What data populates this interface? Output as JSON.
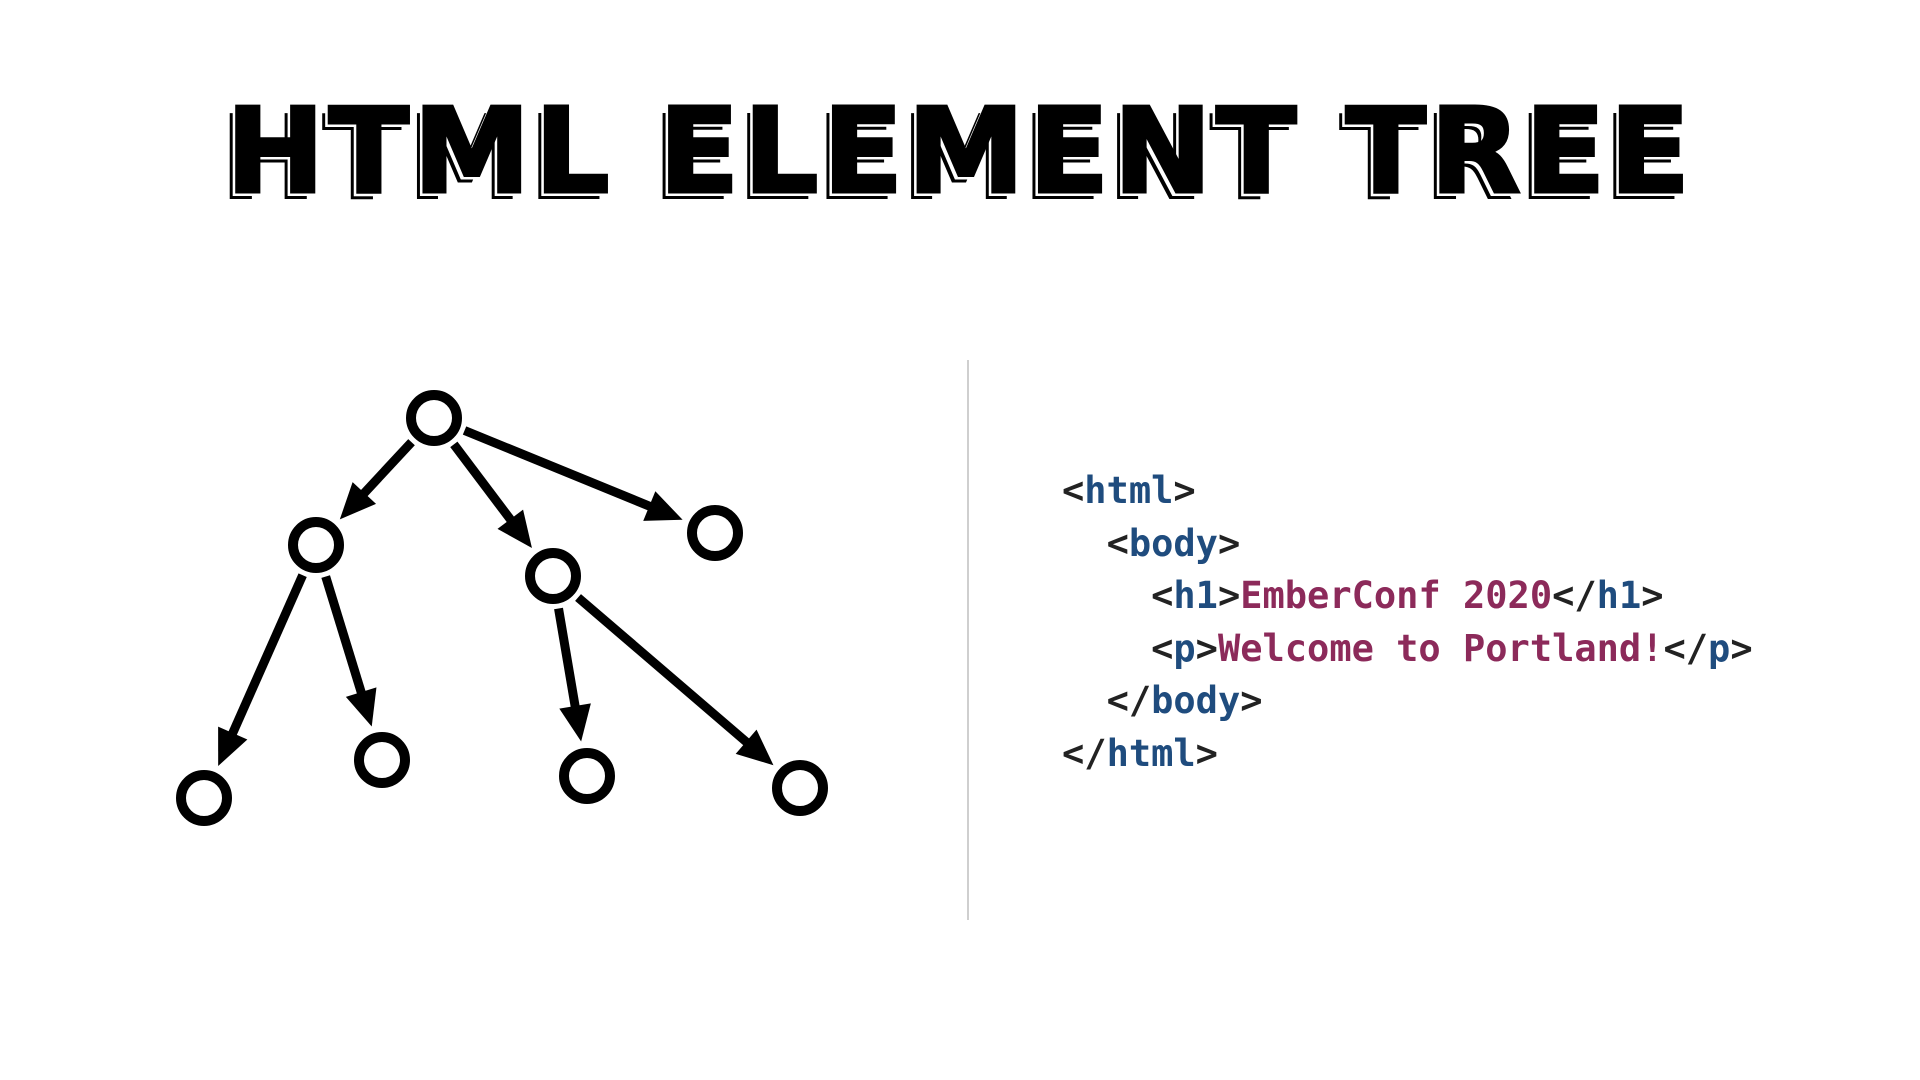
{
  "slide": {
    "title": "HTML ELEMENT TREE"
  },
  "colors": {
    "tag": "#1f4c7e",
    "text": "#8c2a5a",
    "punctuation": "#222222",
    "divider": "#cfcfcf",
    "tree": "#000000"
  },
  "tree": {
    "nodes": [
      {
        "id": "root",
        "parent": null
      },
      {
        "id": "a",
        "parent": "root"
      },
      {
        "id": "b",
        "parent": "root"
      },
      {
        "id": "c",
        "parent": "root"
      },
      {
        "id": "a1",
        "parent": "a"
      },
      {
        "id": "a2",
        "parent": "a"
      },
      {
        "id": "b1",
        "parent": "b"
      },
      {
        "id": "b2",
        "parent": "b"
      }
    ]
  },
  "code": {
    "lines": [
      {
        "indent": 0,
        "open_lt": "<",
        "tag_open": "html",
        "open_gt": ">",
        "content": "",
        "close_lt": "",
        "tag_close": "",
        "close_gt": ""
      },
      {
        "indent": 1,
        "open_lt": "<",
        "tag_open": "body",
        "open_gt": ">",
        "content": "",
        "close_lt": "",
        "tag_close": "",
        "close_gt": ""
      },
      {
        "indent": 2,
        "open_lt": "<",
        "tag_open": "h1",
        "open_gt": ">",
        "content": "EmberConf 2020",
        "close_lt": "</",
        "tag_close": "h1",
        "close_gt": ">"
      },
      {
        "indent": 2,
        "open_lt": "<",
        "tag_open": "p",
        "open_gt": ">",
        "content": "Welcome to Portland!",
        "close_lt": "</",
        "tag_close": "p",
        "close_gt": ">"
      },
      {
        "indent": 1,
        "open_lt": "</",
        "tag_open": "body",
        "open_gt": ">",
        "content": "",
        "close_lt": "",
        "tag_close": "",
        "close_gt": ""
      },
      {
        "indent": 0,
        "open_lt": "</",
        "tag_open": "html",
        "open_gt": ">",
        "content": "",
        "close_lt": "",
        "tag_close": "",
        "close_gt": ""
      }
    ]
  }
}
